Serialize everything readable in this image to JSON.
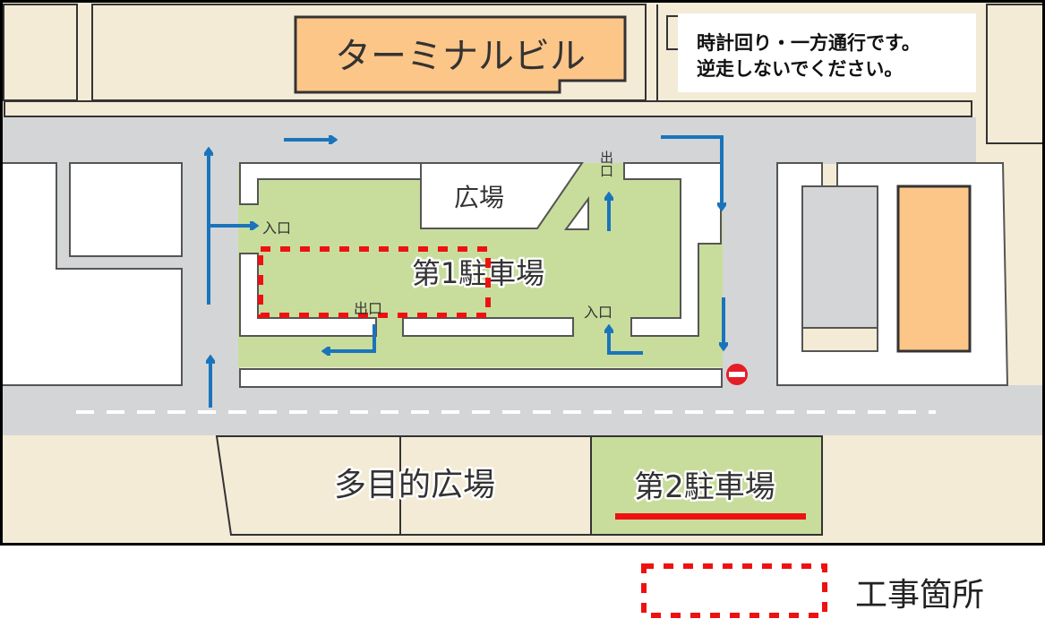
{
  "map": {
    "terminal_building": "ターミナルビル",
    "notice": {
      "line1": "時計回り・一方通行です。",
      "line2": "逆走しないでください。"
    },
    "plaza": "広場",
    "parking1": "第1駐車場",
    "parking2": "第2駐車場",
    "multipurpose_plaza": "多目的広場",
    "entrance": "入口",
    "exit": "出口",
    "colors": {
      "road": "#d4d5d7",
      "ground": "#f3ebd6",
      "parking": "#c8dd9c",
      "building": "#fdc689",
      "arrow": "#1a74bb",
      "construction": "#ee1111"
    }
  },
  "legend": {
    "construction_label": "工事箇所"
  }
}
